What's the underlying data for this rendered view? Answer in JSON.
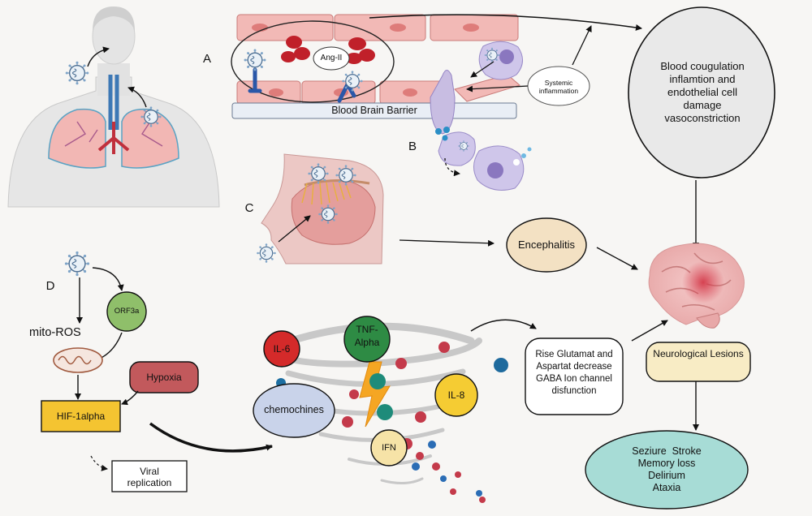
{
  "panels": {
    "a": "A",
    "b": "B",
    "c": "C",
    "d": "D"
  },
  "bbb": {
    "label": "Blood Brain Barrier",
    "ang": "Ang-II"
  },
  "systemic": "Systemic inflammation",
  "outcome": "Blood cougulation inflamtion and endothelial cell damage vasoconstriction",
  "encephalitis": "Encephalitis",
  "pathway": {
    "orf3a": "ORF3a",
    "mitoros": "mito-ROS",
    "hypoxia": "Hypoxia",
    "hif": "HIF-1alpha",
    "viral": "Viral replication"
  },
  "cytokines": {
    "il6": "IL-6",
    "tnf": "TNF-Alpha",
    "il8": "IL-8",
    "ifn": "IFN",
    "chemo": "chemochines"
  },
  "glutamate": "Rise Glutamat and Aspartat decrease GABA Ion channel disfunction",
  "neuro": "Neurological Lesions",
  "symptoms": {
    "l1": "Seziure  Stroke",
    "l2": "Memory loss",
    "l3": "Delirium",
    "l4": "Ataxia"
  },
  "colors": {
    "orf3a": "#8fbf6a",
    "hypoxia": "#c2595c",
    "hif": "#f4c431",
    "chemo": "#c9d3ea",
    "il6": "#d42a2a",
    "tnf": "#2e8b44",
    "il8": "#f5cc33",
    "ifn": "#f6e3a7",
    "encephalitis": "#f3e1c3",
    "neuro": "#f8ecc5",
    "symptoms": "#a7dcd6",
    "outcome": "#e9e9e9"
  }
}
